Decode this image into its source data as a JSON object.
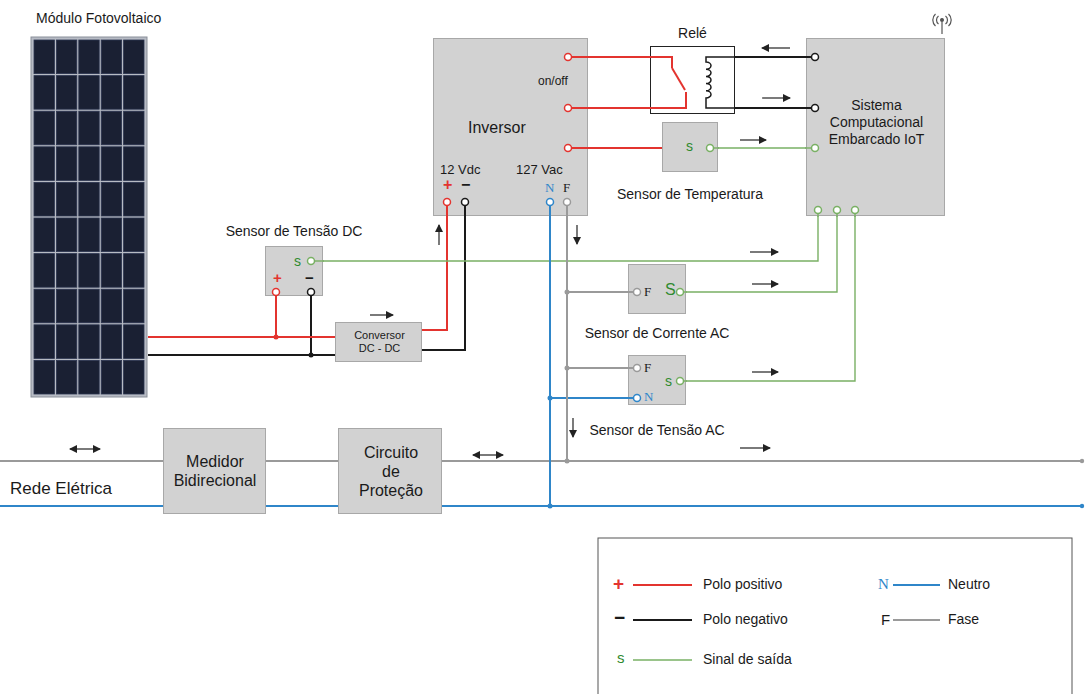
{
  "diagram": {
    "nodes": [
      {
        "text": [
          "Módulo Fotovoltaico"
        ]
      },
      {
        "text": [
          "on/off",
          "Inversor",
          "12 Vdc",
          "+",
          "−",
          "127 Vac",
          "N",
          "F"
        ]
      },
      {
        "text": [
          "Relé"
        ]
      },
      {
        "text": [
          "Sistema Computacional Embarcado IoT"
        ]
      },
      {
        "text": [
          "s",
          "Sensor de Temperatura"
        ]
      },
      {
        "text": [
          "Sensor de Tensão DC",
          "s",
          "+",
          "−"
        ]
      },
      {
        "text": [
          "Conversor DC - DC"
        ]
      },
      {
        "text": [
          "F",
          "S",
          "Sensor de Corrente AC"
        ]
      },
      {
        "text": [
          "F",
          "s",
          "N",
          "Sensor de Tensão AC"
        ]
      },
      {
        "text": [
          "Medidor Bidirecional"
        ]
      },
      {
        "text": [
          "Circuito de Proteção"
        ]
      }
    ],
    "edges": [
      {
        "from": 0,
        "to": 5,
        "arrow": "none"
      },
      {
        "from": 0,
        "to": 6,
        "arrow": "none"
      },
      {
        "from": 6,
        "to": 1,
        "arrow": "none"
      },
      {
        "from": 5,
        "to": 3,
        "arrow": "none"
      },
      {
        "from": 1,
        "to": 2,
        "arrow": "none"
      },
      {
        "from": 3,
        "to": 2,
        "arrow": "none"
      },
      {
        "from": 1,
        "to": 4,
        "arrow": "none"
      },
      {
        "from": 4,
        "to": 3,
        "arrow": "none"
      },
      {
        "from": 1,
        "to": 7,
        "arrow": "none"
      },
      {
        "from": 1,
        "to": 8,
        "arrow": "none"
      },
      {
        "from": 7,
        "to": 3,
        "arrow": "none"
      },
      {
        "from": 8,
        "to": 3,
        "arrow": "none"
      },
      {
        "from": 1,
        "to": 10,
        "arrow": "none"
      },
      {
        "from": 10,
        "to": 9,
        "arrow": "none"
      }
    ],
    "labels": [
      "Rede Elétrica",
      "+",
      "N",
      "−",
      "F",
      "s"
    ],
    "legend": [
      {
        "text": "Polo positivo"
      },
      {
        "text": "Neutro"
      },
      {
        "text": "Polo negativo"
      },
      {
        "text": "Fase"
      },
      {
        "text": "Sinal de saída"
      }
    ]
  }
}
